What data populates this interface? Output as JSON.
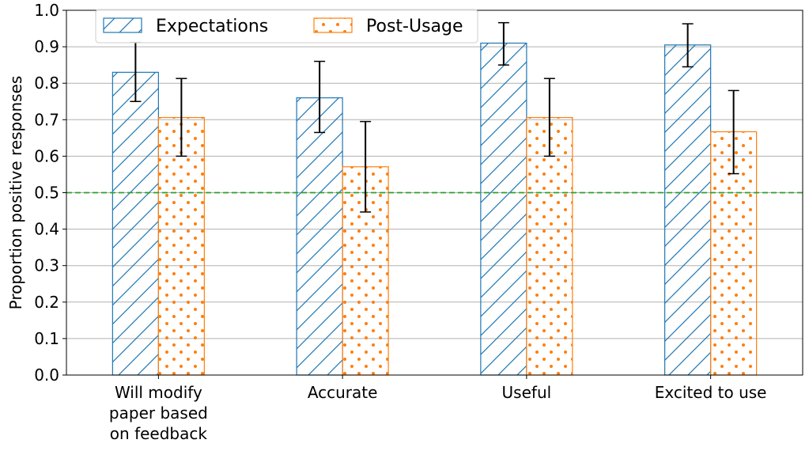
{
  "chart_data": {
    "type": "bar",
    "ylabel": "Proportion positive responses",
    "xlabel": "",
    "categories": [
      [
        "Will modify",
        "paper based",
        "on feedback"
      ],
      [
        "Accurate"
      ],
      [
        "Useful"
      ],
      [
        "Excited to use"
      ]
    ],
    "series": [
      {
        "name": "Expectations",
        "color": "#1f77b4",
        "hatch": "diagonal",
        "values": [
          0.83,
          0.76,
          0.91,
          0.905
        ],
        "error_low": [
          0.75,
          0.665,
          0.85,
          0.845
        ],
        "error_high": [
          0.912,
          0.86,
          0.966,
          0.963
        ]
      },
      {
        "name": "Post-Usage",
        "color": "#ff7f0e",
        "hatch": "dots",
        "values": [
          0.706,
          0.571,
          0.706,
          0.667
        ],
        "error_low": [
          0.6,
          0.447,
          0.6,
          0.552
        ],
        "error_high": [
          0.813,
          0.695,
          0.813,
          0.78
        ]
      }
    ],
    "ylim": [
      0,
      1.0
    ],
    "yticks": [
      "0.0",
      "0.1",
      "0.2",
      "0.3",
      "0.4",
      "0.5",
      "0.6",
      "0.7",
      "0.8",
      "0.9",
      "1.0"
    ],
    "reference_line": {
      "y": 0.5,
      "color": "#2ca02c",
      "style": "dashed"
    },
    "grid": "y",
    "legend_position": "top-left"
  }
}
